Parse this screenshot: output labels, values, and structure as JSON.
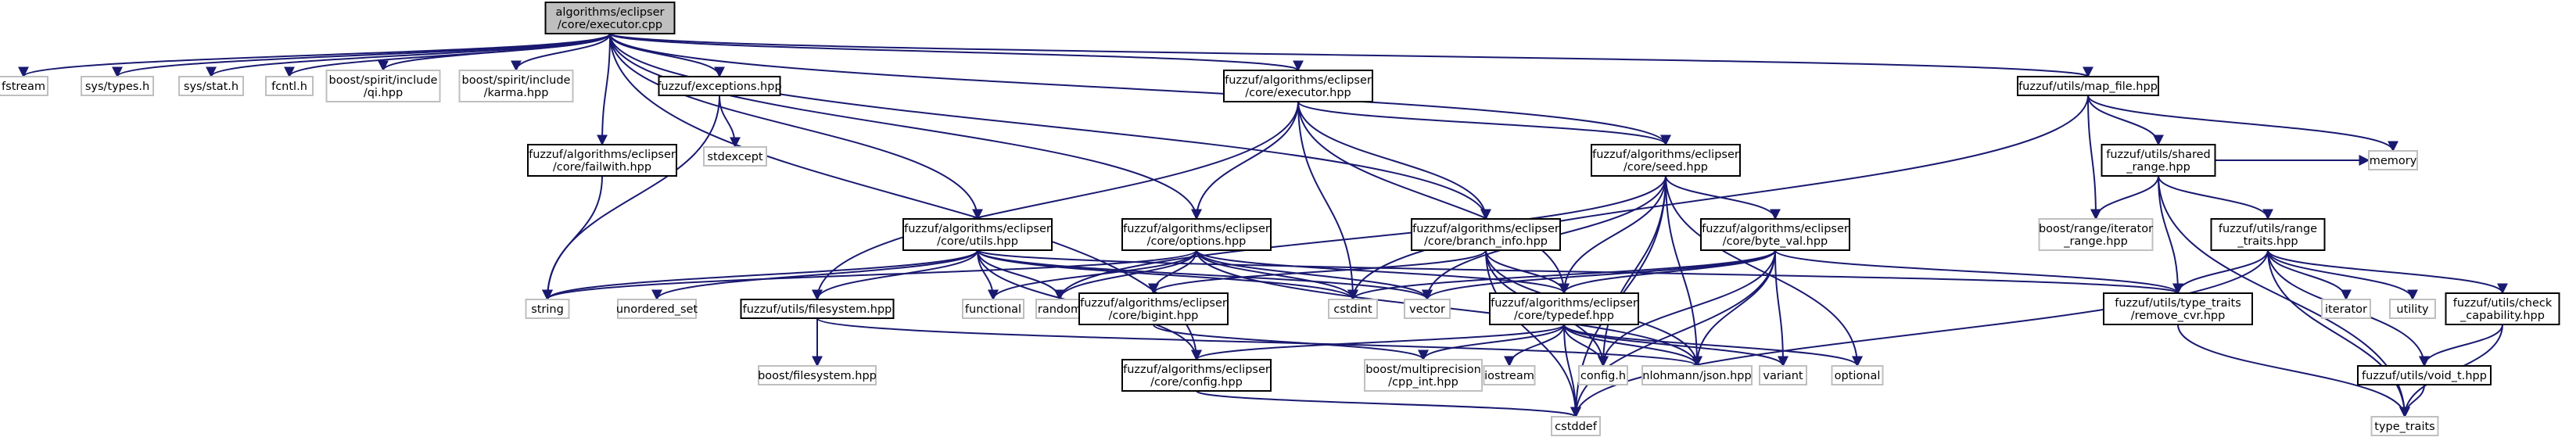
{
  "colors": {
    "edge": "#191970",
    "node_border": "#000000",
    "external_border": "#bfbfbf",
    "root_fill": "#bfbfbf",
    "node_fill": "#ffffff",
    "external_text": "#555555"
  },
  "nodes": [
    {
      "id": "root",
      "lines": [
        "algorithms/eclipser",
        "/core/executor.cpp"
      ],
      "kind": "root"
    },
    {
      "id": "fstream",
      "lines": [
        "fstream"
      ],
      "kind": "external"
    },
    {
      "id": "systypes",
      "lines": [
        "sys/types.h"
      ],
      "kind": "external"
    },
    {
      "id": "sysstat",
      "lines": [
        "sys/stat.h"
      ],
      "kind": "external"
    },
    {
      "id": "fcntl",
      "lines": [
        "fcntl.h"
      ],
      "kind": "external"
    },
    {
      "id": "qi",
      "lines": [
        "boost/spirit/include",
        "/qi.hpp"
      ],
      "kind": "external"
    },
    {
      "id": "karma",
      "lines": [
        "boost/spirit/include",
        "/karma.hpp"
      ],
      "kind": "external"
    },
    {
      "id": "exceptions",
      "lines": [
        "fuzzuf/exceptions.hpp"
      ],
      "kind": "local"
    },
    {
      "id": "executor_hpp",
      "lines": [
        "fuzzuf/algorithms/eclipser",
        "/core/executor.hpp"
      ],
      "kind": "local"
    },
    {
      "id": "mapfile",
      "lines": [
        "fuzzuf/utils/map_file.hpp"
      ],
      "kind": "local"
    },
    {
      "id": "stdexcept",
      "lines": [
        "stdexcept"
      ],
      "kind": "external"
    },
    {
      "id": "failwith",
      "lines": [
        "fuzzuf/algorithms/eclipser",
        "/core/failwith.hpp"
      ],
      "kind": "local"
    },
    {
      "id": "seed",
      "lines": [
        "fuzzuf/algorithms/eclipser",
        "/core/seed.hpp"
      ],
      "kind": "local"
    },
    {
      "id": "shared_range",
      "lines": [
        "fuzzuf/utils/shared",
        "_range.hpp"
      ],
      "kind": "local"
    },
    {
      "id": "utils",
      "lines": [
        "fuzzuf/algorithms/eclipser",
        "/core/utils.hpp"
      ],
      "kind": "local"
    },
    {
      "id": "options",
      "lines": [
        "fuzzuf/algorithms/eclipser",
        "/core/options.hpp"
      ],
      "kind": "local"
    },
    {
      "id": "branch_info",
      "lines": [
        "fuzzuf/algorithms/eclipser",
        "/core/branch_info.hpp"
      ],
      "kind": "local"
    },
    {
      "id": "byte_val",
      "lines": [
        "fuzzuf/algorithms/eclipser",
        "/core/byte_val.hpp"
      ],
      "kind": "local"
    },
    {
      "id": "iterator_range",
      "lines": [
        "boost/range/iterator",
        "_range.hpp"
      ],
      "kind": "external"
    },
    {
      "id": "range_traits",
      "lines": [
        "fuzzuf/utils/range",
        "_traits.hpp"
      ],
      "kind": "local"
    },
    {
      "id": "memory",
      "lines": [
        "memory"
      ],
      "kind": "external"
    },
    {
      "id": "string",
      "lines": [
        "string"
      ],
      "kind": "external"
    },
    {
      "id": "unordered_set",
      "lines": [
        "unordered_set"
      ],
      "kind": "external"
    },
    {
      "id": "filesystem",
      "lines": [
        "fuzzuf/utils/filesystem.hpp"
      ],
      "kind": "local"
    },
    {
      "id": "functional",
      "lines": [
        "functional"
      ],
      "kind": "external"
    },
    {
      "id": "random",
      "lines": [
        "random"
      ],
      "kind": "external"
    },
    {
      "id": "bigint",
      "lines": [
        "fuzzuf/algorithms/eclipser",
        "/core/bigint.hpp"
      ],
      "kind": "local"
    },
    {
      "id": "cstdint",
      "lines": [
        "cstdint"
      ],
      "kind": "external"
    },
    {
      "id": "vector",
      "lines": [
        "vector"
      ],
      "kind": "external"
    },
    {
      "id": "typedef",
      "lines": [
        "fuzzuf/algorithms/eclipser",
        "/core/typedef.hpp"
      ],
      "kind": "local"
    },
    {
      "id": "remove_cvr",
      "lines": [
        "fuzzuf/utils/type_traits",
        "/remove_cvr.hpp"
      ],
      "kind": "local"
    },
    {
      "id": "iterator",
      "lines": [
        "iterator"
      ],
      "kind": "external"
    },
    {
      "id": "utility",
      "lines": [
        "utility"
      ],
      "kind": "external"
    },
    {
      "id": "check_capability",
      "lines": [
        "fuzzuf/utils/check",
        "_capability.hpp"
      ],
      "kind": "local"
    },
    {
      "id": "boost_filesystem",
      "lines": [
        "boost/filesystem.hpp"
      ],
      "kind": "external"
    },
    {
      "id": "config_hpp",
      "lines": [
        "fuzzuf/algorithms/eclipser",
        "/core/config.hpp"
      ],
      "kind": "local"
    },
    {
      "id": "cpp_int",
      "lines": [
        "boost/multiprecision",
        "/cpp_int.hpp"
      ],
      "kind": "external"
    },
    {
      "id": "iostream",
      "lines": [
        "iostream"
      ],
      "kind": "external"
    },
    {
      "id": "config_h",
      "lines": [
        "config.h"
      ],
      "kind": "external"
    },
    {
      "id": "json",
      "lines": [
        "nlohmann/json.hpp"
      ],
      "kind": "external"
    },
    {
      "id": "variant",
      "lines": [
        "variant"
      ],
      "kind": "external"
    },
    {
      "id": "optional",
      "lines": [
        "optional"
      ],
      "kind": "external"
    },
    {
      "id": "void_t",
      "lines": [
        "fuzzuf/utils/void_t.hpp"
      ],
      "kind": "local"
    },
    {
      "id": "cstddef",
      "lines": [
        "cstddef"
      ],
      "kind": "external"
    },
    {
      "id": "type_traits",
      "lines": [
        "type_traits"
      ],
      "kind": "external"
    }
  ],
  "edges": [
    [
      "root",
      "fstream"
    ],
    [
      "root",
      "systypes"
    ],
    [
      "root",
      "sysstat"
    ],
    [
      "root",
      "fcntl"
    ],
    [
      "root",
      "qi"
    ],
    [
      "root",
      "karma"
    ],
    [
      "root",
      "exceptions"
    ],
    [
      "root",
      "executor_hpp"
    ],
    [
      "root",
      "mapfile"
    ],
    [
      "root",
      "failwith"
    ],
    [
      "root",
      "seed"
    ],
    [
      "root",
      "utils"
    ],
    [
      "root",
      "options"
    ],
    [
      "root",
      "branch_info"
    ],
    [
      "root",
      "config_hpp"
    ],
    [
      "exceptions",
      "stdexcept"
    ],
    [
      "exceptions",
      "string"
    ],
    [
      "failwith",
      "string"
    ],
    [
      "executor_hpp",
      "seed"
    ],
    [
      "executor_hpp",
      "options"
    ],
    [
      "executor_hpp",
      "branch_info"
    ],
    [
      "executor_hpp",
      "typedef"
    ],
    [
      "executor_hpp",
      "filesystem"
    ],
    [
      "executor_hpp",
      "cstdint"
    ],
    [
      "mapfile",
      "shared_range"
    ],
    [
      "mapfile",
      "iterator_range"
    ],
    [
      "mapfile",
      "memory"
    ],
    [
      "mapfile",
      "cstdint"
    ],
    [
      "seed",
      "byte_val"
    ],
    [
      "seed",
      "typedef"
    ],
    [
      "seed",
      "random"
    ],
    [
      "seed",
      "vector"
    ],
    [
      "seed",
      "config_h"
    ],
    [
      "seed",
      "json"
    ],
    [
      "seed",
      "optional"
    ],
    [
      "seed",
      "cstddef"
    ],
    [
      "shared_range",
      "range_traits"
    ],
    [
      "shared_range",
      "iterator_range"
    ],
    [
      "shared_range",
      "memory"
    ],
    [
      "shared_range",
      "remove_cvr"
    ],
    [
      "shared_range",
      "type_traits"
    ],
    [
      "range_traits",
      "iterator"
    ],
    [
      "range_traits",
      "utility"
    ],
    [
      "range_traits",
      "check_capability"
    ],
    [
      "range_traits",
      "void_t"
    ],
    [
      "range_traits",
      "remove_cvr"
    ],
    [
      "range_traits",
      "type_traits"
    ],
    [
      "range_traits",
      "cstddef"
    ],
    [
      "utils",
      "string"
    ],
    [
      "utils",
      "unordered_set"
    ],
    [
      "utils",
      "filesystem"
    ],
    [
      "utils",
      "functional"
    ],
    [
      "utils",
      "random"
    ],
    [
      "utils",
      "cstdint"
    ],
    [
      "utils",
      "vector"
    ],
    [
      "utils",
      "remove_cvr"
    ],
    [
      "utils",
      "config_hpp"
    ],
    [
      "options",
      "string"
    ],
    [
      "options",
      "functional"
    ],
    [
      "options",
      "random"
    ],
    [
      "options",
      "bigint"
    ],
    [
      "options",
      "cstdint"
    ],
    [
      "options",
      "vector"
    ],
    [
      "options",
      "typedef"
    ],
    [
      "options",
      "json"
    ],
    [
      "branch_info",
      "bigint"
    ],
    [
      "branch_info",
      "typedef"
    ],
    [
      "branch_info",
      "config_h"
    ],
    [
      "branch_info",
      "json"
    ],
    [
      "branch_info",
      "cstddef"
    ],
    [
      "byte_val",
      "vector"
    ],
    [
      "byte_val",
      "typedef"
    ],
    [
      "byte_val",
      "remove_cvr"
    ],
    [
      "byte_val",
      "config_h"
    ],
    [
      "byte_val",
      "json"
    ],
    [
      "byte_val",
      "variant"
    ],
    [
      "byte_val",
      "cstdint"
    ],
    [
      "byte_val",
      "cstddef"
    ],
    [
      "filesystem",
      "boost_filesystem"
    ],
    [
      "filesystem",
      "json"
    ],
    [
      "bigint",
      "cpp_int"
    ],
    [
      "typedef",
      "config_hpp"
    ],
    [
      "typedef",
      "cpp_int"
    ],
    [
      "typedef",
      "iostream"
    ],
    [
      "typedef",
      "config_h"
    ],
    [
      "typedef",
      "json"
    ],
    [
      "typedef",
      "variant"
    ],
    [
      "typedef",
      "optional"
    ],
    [
      "typedef",
      "cstddef"
    ],
    [
      "config_hpp",
      "cstddef"
    ],
    [
      "remove_cvr",
      "type_traits"
    ],
    [
      "check_capability",
      "void_t"
    ],
    [
      "check_capability",
      "type_traits"
    ],
    [
      "void_t",
      "type_traits"
    ]
  ]
}
